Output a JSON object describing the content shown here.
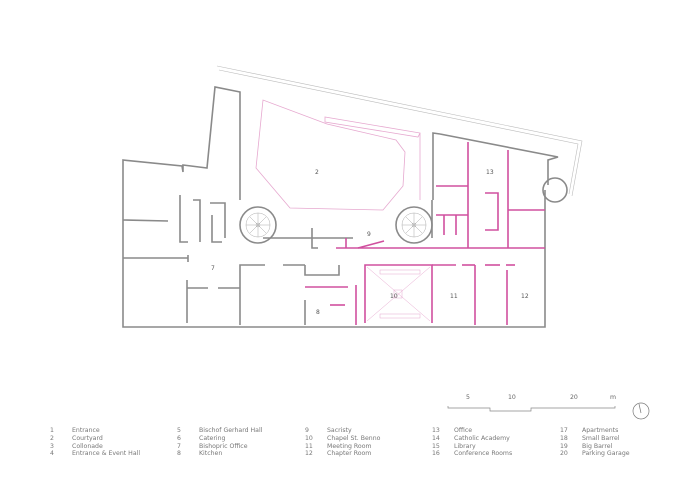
{
  "plan": {
    "room_labels": [
      "2",
      "7",
      "8",
      "9",
      "10",
      "11",
      "12",
      "13"
    ],
    "colors": {
      "existing_wall": "#8a8a8a",
      "new_wall": "#d0509f",
      "courtyard_line": "#e6a8cf"
    }
  },
  "scale_bar": {
    "labels": [
      "5",
      "10",
      "20",
      "m"
    ]
  },
  "north_arrow": {
    "icon": "north-arrow-icon"
  },
  "legend": [
    {
      "num": "1",
      "label": "Entrance"
    },
    {
      "num": "2",
      "label": "Courtyard"
    },
    {
      "num": "3",
      "label": "Collonade"
    },
    {
      "num": "4",
      "label": "Entrance & Event Hall"
    },
    {
      "num": "5",
      "label": "Bischof Gerhard Hall"
    },
    {
      "num": "6",
      "label": "Catering"
    },
    {
      "num": "7",
      "label": "Bishopric Office"
    },
    {
      "num": "8",
      "label": "Kitchen"
    },
    {
      "num": "9",
      "label": "Sacristy"
    },
    {
      "num": "10",
      "label": "Chapel St. Benno"
    },
    {
      "num": "11",
      "label": "Meeting Room"
    },
    {
      "num": "12",
      "label": "Chapter Room"
    },
    {
      "num": "13",
      "label": "Office"
    },
    {
      "num": "14",
      "label": "Catholic Academy"
    },
    {
      "num": "15",
      "label": "Library"
    },
    {
      "num": "16",
      "label": "Conference Rooms"
    },
    {
      "num": "17",
      "label": "Apartments"
    },
    {
      "num": "18",
      "label": "Small Barrel"
    },
    {
      "num": "19",
      "label": "Big Barrel"
    },
    {
      "num": "20",
      "label": "Parking Garage"
    }
  ]
}
